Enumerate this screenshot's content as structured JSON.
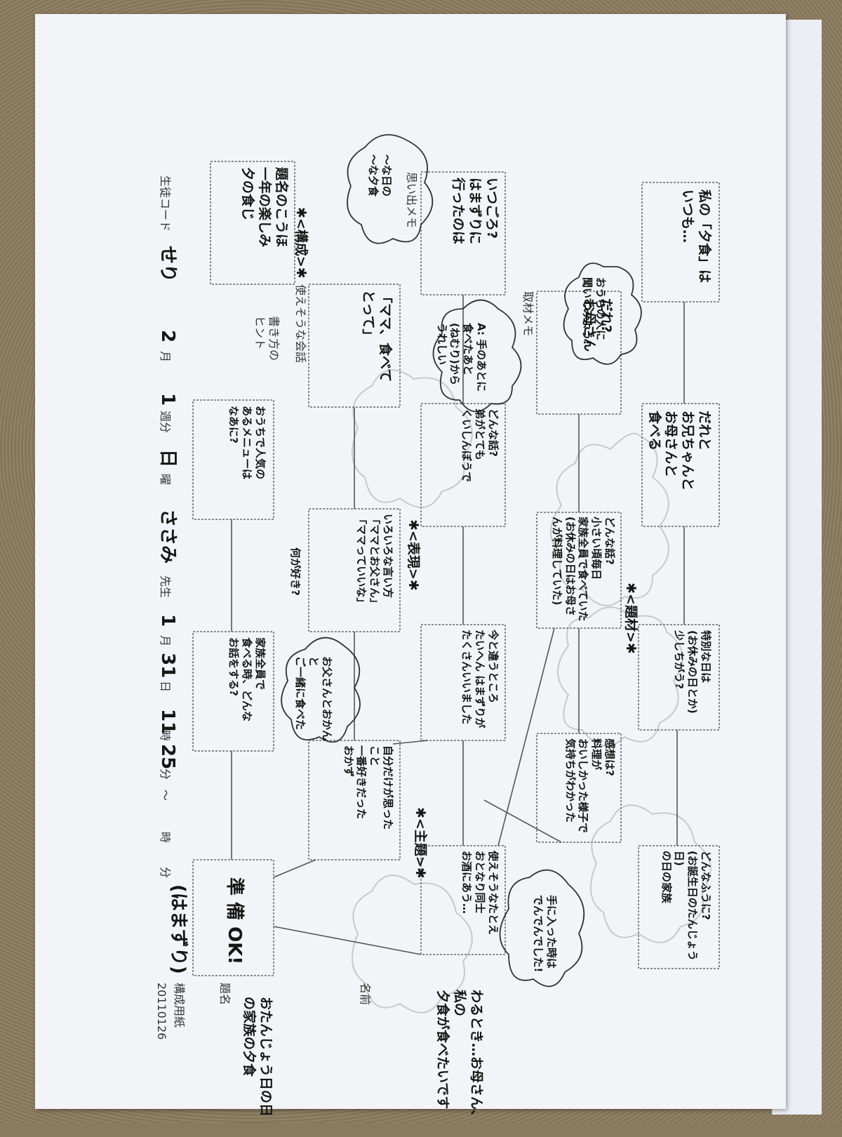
{
  "date_code": "20110126",
  "sheet_title": "構成用紙",
  "topic_handwritten": "(はまずり)",
  "header": {
    "student_code_label": "生徒コード",
    "student_code_value": "せり",
    "month_value": "2",
    "month_label": "月",
    "week_value": "1",
    "week_label": "週分",
    "day_value": "日",
    "day_label": "曜",
    "teacher_value": "ささみ",
    "teacher_label": "先生",
    "date_month_value": "1",
    "date_month_label": "月",
    "date_day_value": "31",
    "date_day_label": "日",
    "hour_value": "11",
    "hour_label": "時",
    "minute_value": "25",
    "minute_label": "分",
    "tilde": "～",
    "end_hour_label": "時",
    "end_minute_label": "分"
  },
  "daimei_label": "題名",
  "daimei_value": "おたんじょう日の日の家族の夕食",
  "name_label": "名前",
  "boxes": {
    "b1": "私の「夕食」は\nいつも…",
    "b2": "だれと\nお兄ちゃんと\nお母さんと\n食べる",
    "b3": "特別な日は\n(お休みの日とか)\n少しちがう?",
    "b4": "どんなふうに?\n(お誕生日のたんじょう日)\nの日の家族",
    "b5_label": "取材メモ",
    "b5": "だれ?\nお母さん",
    "b6": "どんな話?\n小さい頃毎日\n家族全員で食べていた\n(お休みの日はお母さんが料理していた)",
    "b7": "感想は?\n料理が\nおいしかった様子で\n気持ちがわかった",
    "b8_label": "思い出メモ",
    "b8": "いつごろ?\nはまずりに\n行ったのは",
    "b9": "どんな話?\n弟がとても\nくいしんぼうで",
    "b10": "今と違うところ\nたいへん はまずりが\nたくさんいいました",
    "b11_label": "使えそうな会話",
    "b11": "「ママ、食べて\nとって」",
    "b12": "いろいろな言い方\n「ママとお父さん」\n「ママっていいな」",
    "b13": "自分だけが思った\nこと\n一番好きだった\nおかず",
    "b14": "使えそうなたとえ\nおとなり同士\nお酒にあう…",
    "b15": "題名のこうほ\n一年の楽しみ\n夕の食じ",
    "b16": "おうちで人気の\nあるメニューは\nなあに?",
    "b17": "家族全員で\n食べる時、どんな\nお話をする?",
    "b18": "準 備 OK!"
  },
  "labels": {
    "daizai": "✱<題材>✱",
    "hyogen": "✱<表現>✱",
    "shudai": "✱<主題>✱",
    "kousei": "✱<構成>✱",
    "kakikata_hint": "書き方の\nヒント"
  },
  "clouds": {
    "c1": "おうちの人に\n聞いてみよう!",
    "c2": "A: 手のあとに\n食べたあと\n(ねむり)から\nうれしい",
    "c3": "〜な日の\n〜な夕食",
    "c4": "お父さんとおかんと\nご一緒に食べた",
    "c5": "手に入った時は\nでんでんでした!",
    "c6": "何が好き?"
  },
  "right_notes": "わるとき…お母さん、私の\n夕食が食べたいです",
  "colors": {
    "paper": "#f3f4f8",
    "box_border": "#8a8a8a",
    "ink": "#151515",
    "cloud": "#c9c9c9"
  }
}
